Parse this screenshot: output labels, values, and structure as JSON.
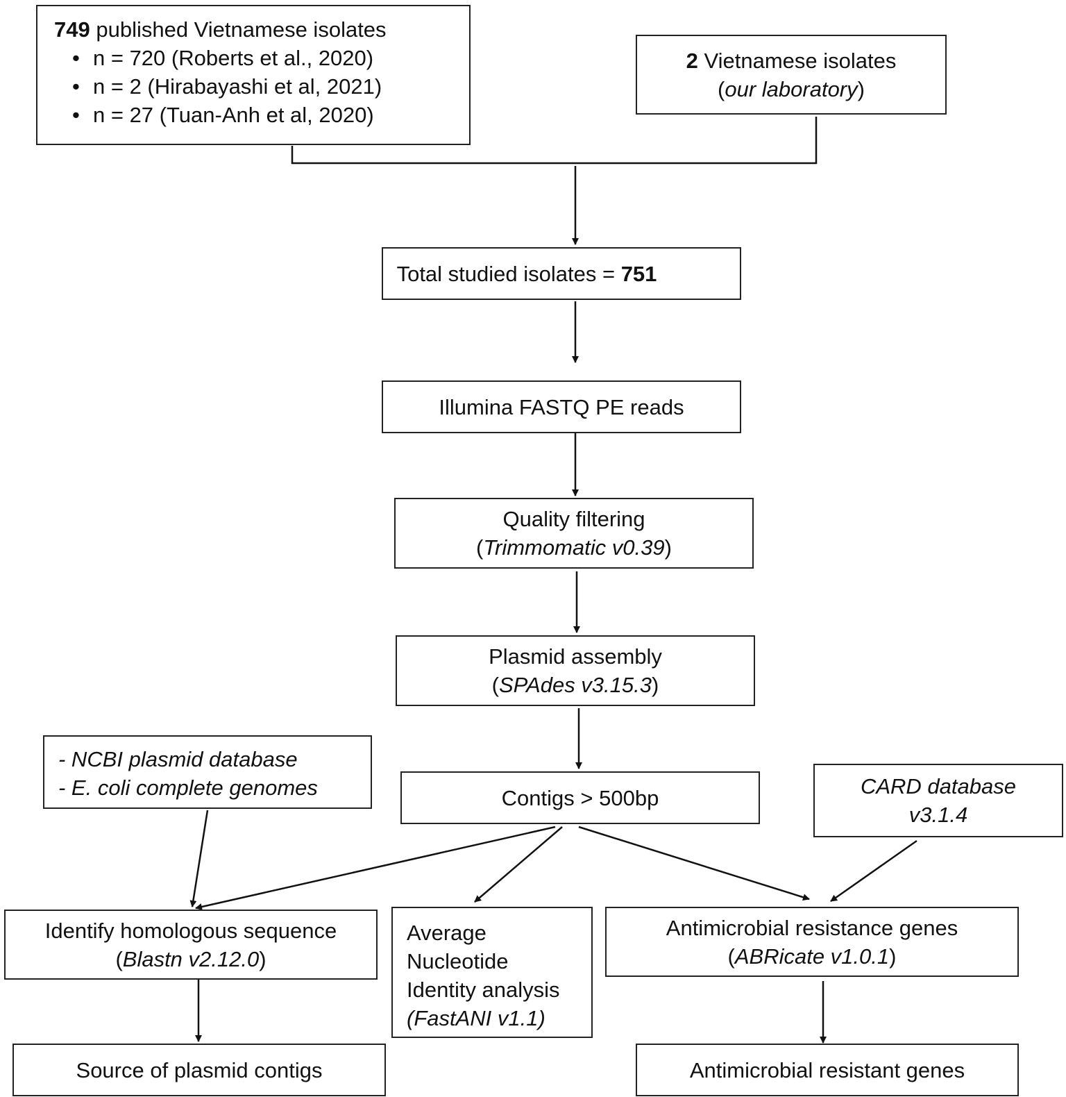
{
  "published_box": {
    "count": "749",
    "heading_rest": " published Vietnamese isolates",
    "bullet_glyph": "•",
    "items": [
      "n = 720 (Roberts et al., 2020)",
      "n = 2 (Hirabayashi et al, 2021)",
      "n = 27 (Tuan-Anh et al, 2020)"
    ]
  },
  "lab_box": {
    "count": "2",
    "heading_rest": " Vietnamese isolates",
    "note_open": "(",
    "note": "our laboratory",
    "note_close": ")"
  },
  "total_box": {
    "label": "Total studied isolates = ",
    "value": "751"
  },
  "reads_box": {
    "label": "Illumina FASTQ PE reads"
  },
  "quality_box": {
    "title": "Quality filtering",
    "tool_open": "(",
    "tool": "Trimmomatic v0.39",
    "tool_close": ")"
  },
  "assembly_box": {
    "title": "Plasmid assembly",
    "tool_open": "(",
    "tool": "SPAdes v3.15.3",
    "tool_close": ")"
  },
  "contigs_box": {
    "label": "Contigs > 500bp"
  },
  "ncbi_box": {
    "lines": [
      "- NCBI plasmid database",
      "- E. coli complete genomes"
    ]
  },
  "card_box": {
    "lines": [
      "CARD database",
      "v3.1.4"
    ]
  },
  "homology_box": {
    "title": "Identify homologous sequence",
    "tool_open": "(",
    "tool": "Blastn v2.12.0",
    "tool_close": ")"
  },
  "ani_box": {
    "lines": [
      "Average",
      "Nucleotide",
      "Identity analysis"
    ],
    "tool_open": "(",
    "tool": "FastANI v1.1",
    "tool_close": ")"
  },
  "amr_box": {
    "title": "Antimicrobial resistance genes",
    "tool_open": "(",
    "tool": "ABRicate v1.0.1",
    "tool_close": ")"
  },
  "source_box": {
    "label": "Source of plasmid contigs"
  },
  "resistant_box": {
    "label": "Antimicrobial resistant genes"
  },
  "colors": {
    "line": "#111111",
    "border": "#222222",
    "background": "#ffffff"
  }
}
